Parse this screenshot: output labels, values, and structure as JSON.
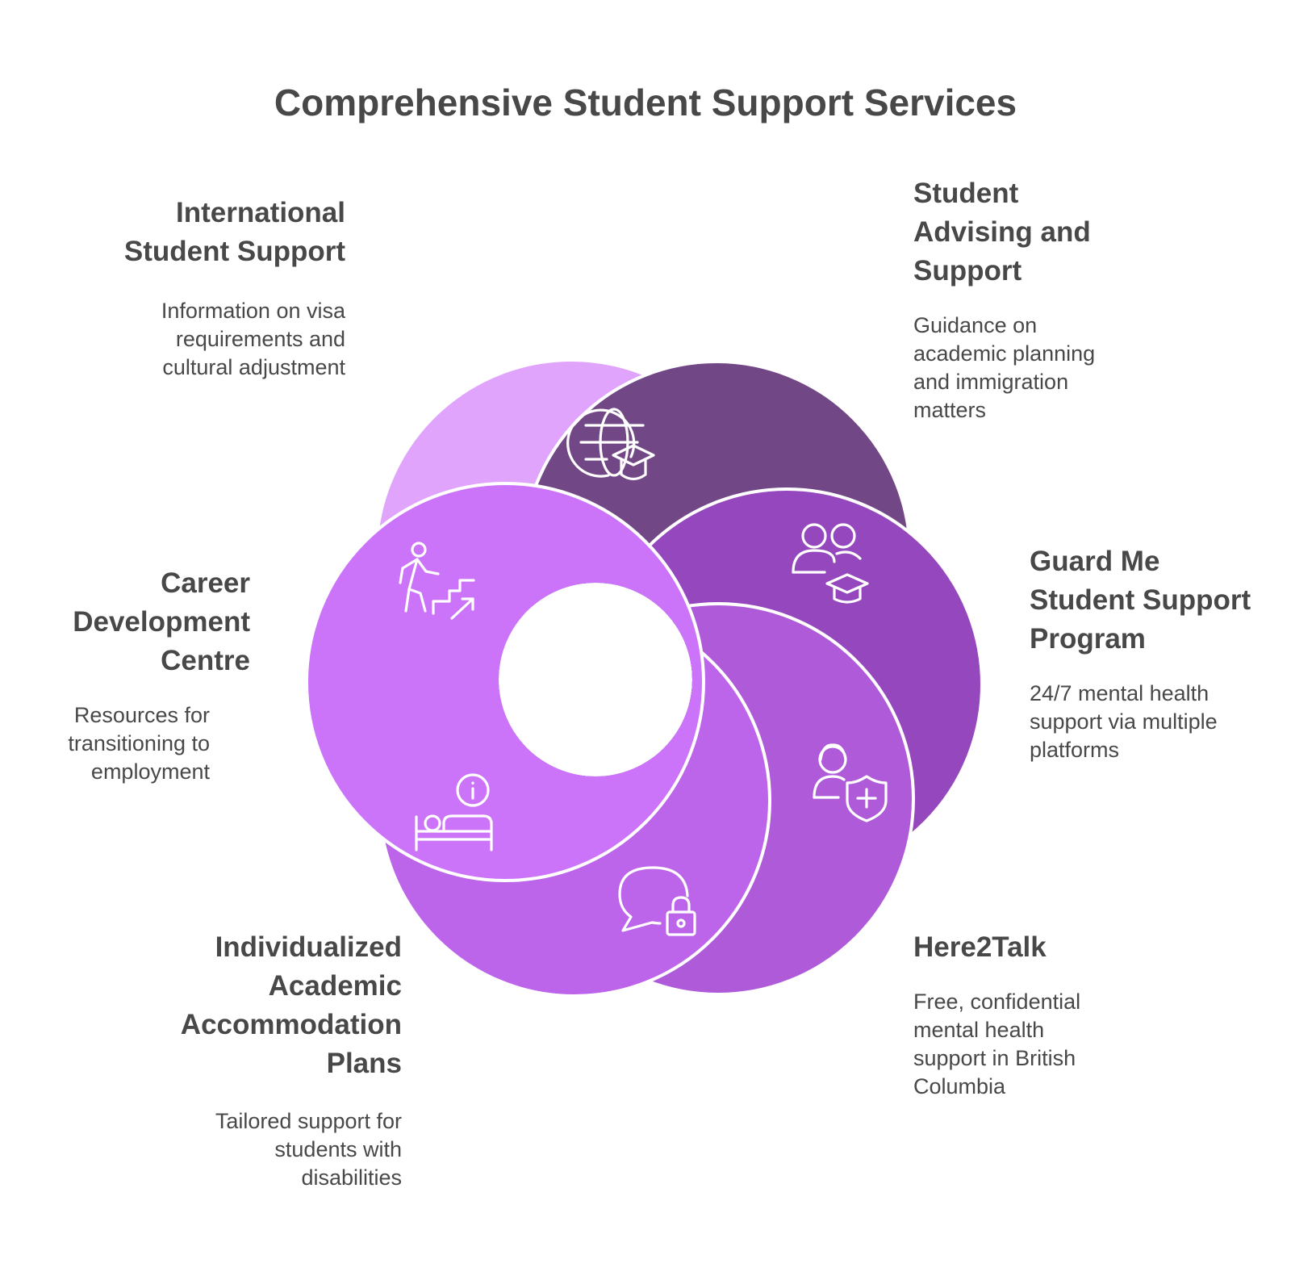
{
  "title": "Comprehensive Student Support Services",
  "colors": {
    "international": "#E0A4FC",
    "advising": "#714786",
    "guardme": "#9548BE",
    "here2talk": "#AE5AD9",
    "accommodation": "#BC64EA",
    "career": "#CB73F9",
    "outline": "#FFFFFF",
    "text": "#484848"
  },
  "services": [
    {
      "key": "international",
      "icon": "globe-graduation-icon",
      "title": "International Student Support",
      "description": "Information on visa requirements and cultural adjustment"
    },
    {
      "key": "advising",
      "icon": "people-graduation-icon",
      "title": "Student Advising and Support",
      "description": "Guidance on academic planning and immigration matters"
    },
    {
      "key": "guardme",
      "icon": "person-shield-plus-icon",
      "title": "Guard Me Student Support Program",
      "description": "24/7 mental health support via multiple platforms"
    },
    {
      "key": "here2talk",
      "icon": "chat-lock-icon",
      "title": "Here2Talk",
      "description": "Free, confidential mental health support in British Columbia"
    },
    {
      "key": "accommodation",
      "icon": "bed-info-icon",
      "title": "Individualized Academic Accommodation Plans",
      "description": "Tailored support for students with disabilities"
    },
    {
      "key": "career",
      "icon": "person-stairs-icon",
      "title": "Career Development Centre",
      "description": "Resources for transitioning to employment"
    }
  ]
}
